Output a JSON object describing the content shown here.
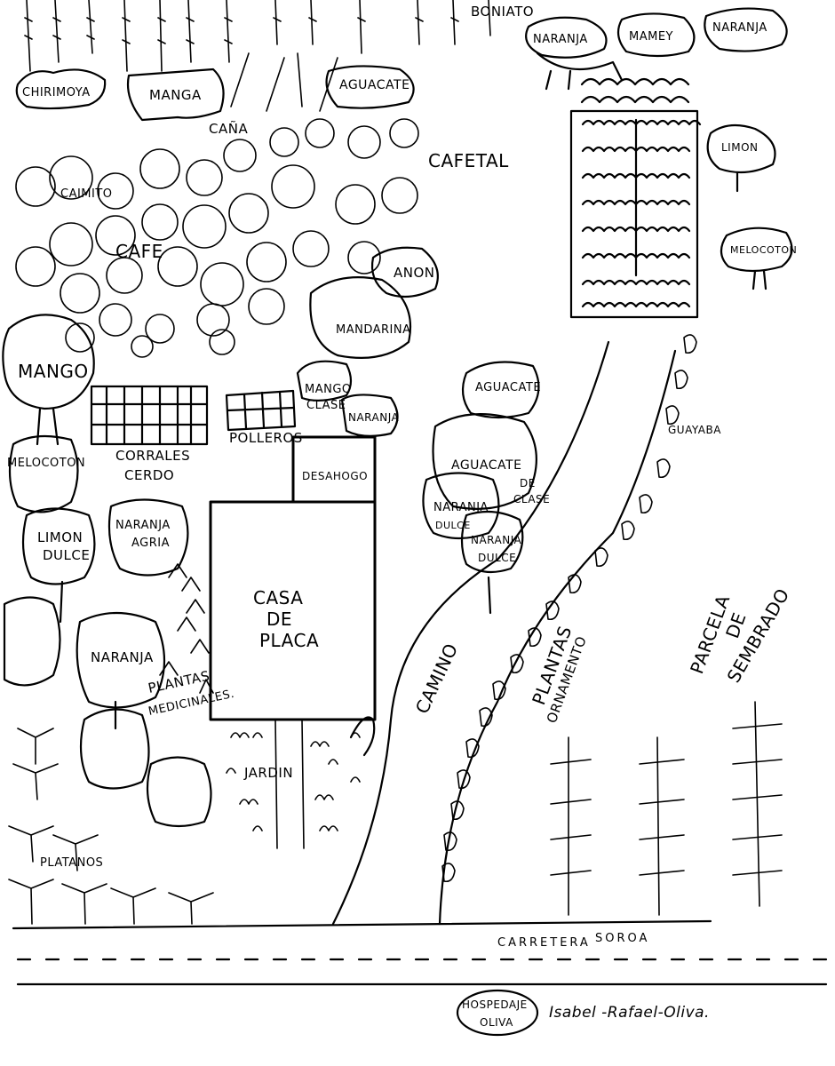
{
  "labels": {
    "boniato": "BONIATO",
    "chirimoya": "CHIRIMOYA",
    "manga": "MANGA",
    "cana": "CAÑA",
    "aguacate_top": "AGUACATE",
    "naranja_top1": "NARANJA",
    "mamey": "MAMEY",
    "naranja_top2": "NARANJA",
    "limon_right": "LIMON",
    "melocoton_right": "MELOCOTON",
    "caimito": "CAIMITO",
    "cafetal": "CAFETAL",
    "cafe": "CAFE",
    "anon": "ANON",
    "mandarina": "MANDARINA",
    "mango_left": "MANGO",
    "mango_clase_1": "MANGO",
    "mango_clase_2": "CLASE",
    "naranja_mid": "NARANJA",
    "corrales_1": "CORRALES",
    "corrales_2": "CERDO",
    "polleros": "POLLEROS",
    "melocoton_left": "MELOCOTON",
    "desahogo": "DESAHOGO",
    "aguacate_mid": "AGUACATE",
    "aguacate_clase_1": "AGUACATE",
    "aguacate_clase_2": "DE",
    "aguacate_clase_3": "CLASE",
    "naranja_dulce_1a": "NARANJA",
    "naranja_dulce_1b": "DULCE",
    "naranja_dulce_2a": "NARANJA",
    "naranja_dulce_2b": "DULCE",
    "guayaba": "GUAYABA",
    "limon_dulce_1": "LIMON",
    "limon_dulce_2": "DULCE",
    "naranja_agria_1": "NARANJA",
    "naranja_agria_2": "AGRIA",
    "casa_1": "CASA",
    "casa_2": "DE",
    "casa_3": "PLACA",
    "naranja_low": "NARANJA",
    "plantas_med_1": "PLANTAS",
    "plantas_med_2": "MEDICINALES.",
    "camino": "CAMINO",
    "plantas_orn_1": "PLANTAS",
    "plantas_orn_2": "ORNAMENTO",
    "parcela_1": "PARCELA",
    "parcela_2": "DE",
    "parcela_3": "SEMBRADO",
    "jardin": "JARDIN",
    "platanos": "PLATANOS",
    "carretera": "CARRETERA",
    "soroa": "SOROA",
    "hospedaje_1": "HOSPEDAJE",
    "hospedaje_2": "OLIVA",
    "signature": "Isabel -Rafael-Oliva."
  },
  "colors": {
    "ink": "#000000",
    "paper": "#ffffff"
  }
}
